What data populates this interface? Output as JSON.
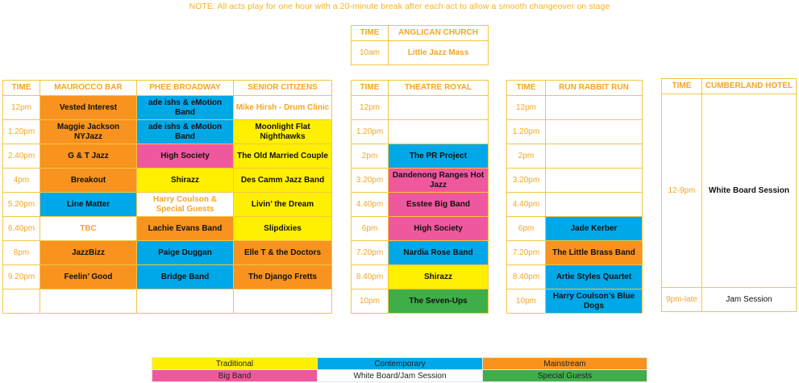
{
  "note": "NOTE: All acts play for one hour with a 20-minute break after each act to allow a smooth changeover on stage",
  "headers": {
    "time": "TIME",
    "anglican": "ANGLICAN CHURCH",
    "maurocco": "MAUROCCO BAR",
    "phee": "PHEE BROADWAY",
    "senior": "SENIOR CITIZENS",
    "theatre": "THEATRE ROYAL",
    "rabbit": "RUN RABBIT RUN",
    "cumberland": "CUMBERLAND HOTEL"
  },
  "anglican": {
    "time": "10am",
    "act": "Little Jazz Mass"
  },
  "group1": [
    {
      "time": "12pm",
      "a": "Vested Interest",
      "b": "ade ishs & eMotion Band",
      "c": "Mike Hirsh - Drum Clinic"
    },
    {
      "time": "1.20pm",
      "a": "Maggie Jackson NYJazz",
      "b": "ade ishs & eMotion Band",
      "c": "Moonlight Flat Nighthawks"
    },
    {
      "time": "2.40pm",
      "a": "G & T Jazz",
      "b": "High Society",
      "c": "The Old Married Couple"
    },
    {
      "time": "4pm",
      "a": "Breakout",
      "b": "Shirazz",
      "c": "Des Camm Jazz Band"
    },
    {
      "time": "5.20pm",
      "a": "Line Matter",
      "b": "Harry Coulson & Special Guests",
      "c": "Livin’ the Dream"
    },
    {
      "time": "6.40pm",
      "a": "TBC",
      "b": "Lachie Evans Band",
      "c": "Slipdixies"
    },
    {
      "time": "8pm",
      "a": "JazzBizz",
      "b": "Paige Duggan",
      "c": "Elle T & the Doctors"
    },
    {
      "time": "9.20pm",
      "a": "Feelin’ Good",
      "b": "Bridge Band",
      "c": "The Django Fretts"
    }
  ],
  "theatre": [
    {
      "time": "12pm",
      "act": ""
    },
    {
      "time": "1.20pm",
      "act": ""
    },
    {
      "time": "2pm",
      "act": "The PR Project"
    },
    {
      "time": "3.20pm",
      "act": "Dandenong Ranges Hot Jazz"
    },
    {
      "time": "4.40pm",
      "act": "Esstee Big Band"
    },
    {
      "time": "6pm",
      "act": "High Society"
    },
    {
      "time": "7.20pm",
      "act": "Nardia Rose Band"
    },
    {
      "time": "8.40pm",
      "act": "Shirazz"
    },
    {
      "time": "10pm",
      "act": "The Seven-Ups"
    }
  ],
  "rabbit": [
    {
      "time": "12pm",
      "act": ""
    },
    {
      "time": "1.20pm",
      "act": ""
    },
    {
      "time": "2pm",
      "act": ""
    },
    {
      "time": "3.20pm",
      "act": ""
    },
    {
      "time": "4.40pm",
      "act": ""
    },
    {
      "time": "6pm",
      "act": "Jade Kerber"
    },
    {
      "time": "7.20pm",
      "act": "The Little Brass Band"
    },
    {
      "time": "8.40pm",
      "act": "Artie Styles Quartet"
    },
    {
      "time": "10pm",
      "act": "Harry Coulson’s Blue Dogs"
    }
  ],
  "cumberland": [
    {
      "time": "12-9pm",
      "act": "White Board Session"
    },
    {
      "time": "9pm-late",
      "act": "Jam Session"
    }
  ],
  "legend": {
    "traditional": "Traditional",
    "contemporary": "Contemporary",
    "mainstream": "Mainstream",
    "bigband": "Big Band",
    "whiteboard": "White Board/Jam Session",
    "special": "Special Guests"
  },
  "colors": {
    "traditional": "#ffef00",
    "contemporary": "#00a8e8",
    "mainstream": "#f7931e",
    "bigband": "#f0589e",
    "whiteboard": "#ffffff",
    "special": "#3fae49",
    "header_text": "#f5a623"
  }
}
